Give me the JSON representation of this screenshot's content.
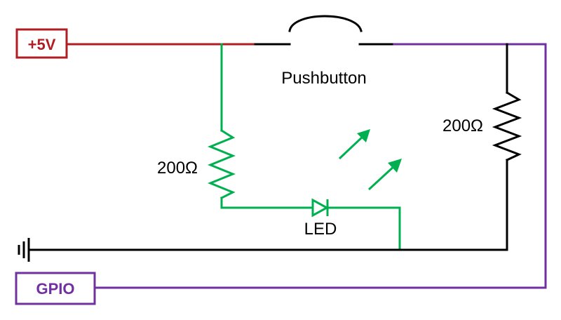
{
  "colors": {
    "power": "#b01e23",
    "gpio": "#7030a0",
    "led_branch": "#00b050",
    "wire": "#000000",
    "background": "#ffffff"
  },
  "labels": {
    "power_source": "+5V",
    "gpio": "GPIO",
    "pushbutton": "Pushbutton",
    "resistor_left": "200Ω",
    "resistor_right": "200Ω",
    "led": "LED"
  },
  "components": {
    "ground": "ground-symbol",
    "switch": "pushbutton-symbol",
    "led": "led-diode-symbol",
    "light_arrows": "emission-arrow-icon"
  }
}
